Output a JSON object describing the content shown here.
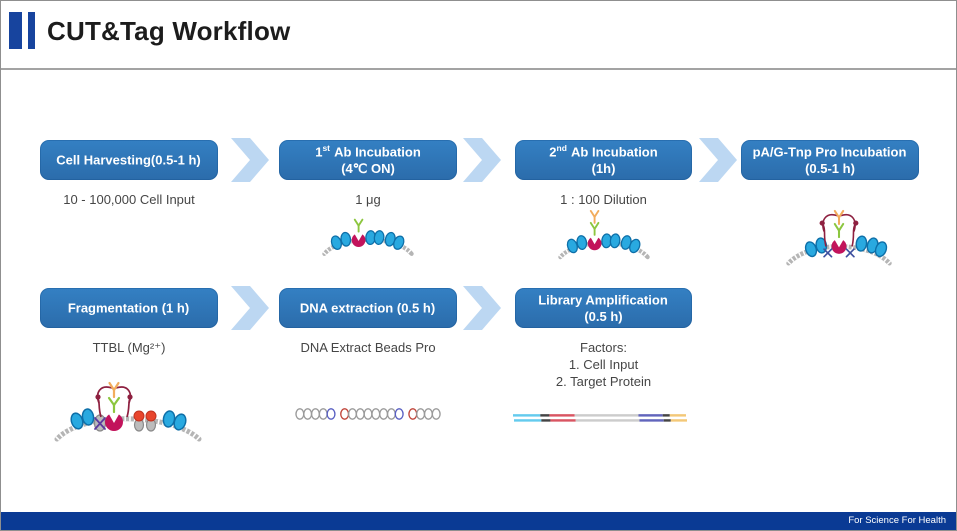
{
  "header": {
    "title": "CUT&Tag Workflow"
  },
  "steps": [
    {
      "name": "cell-harvesting",
      "t1_pre": "Cell Harvesting(0.5-1 h)",
      "t1_sup": "",
      "t1_post": "",
      "t2": "",
      "captions": [
        "10 - 100,000 Cell Input"
      ],
      "illustration": ""
    },
    {
      "name": "first-ab-incubation",
      "t1_pre": "1",
      "t1_sup": "st",
      "t1_post": " Ab Incubation",
      "t2": "(4℃ ON)",
      "captions": [
        "1 μg"
      ],
      "illustration": "nucleosome-with-primary-antibody"
    },
    {
      "name": "second-ab-incubation",
      "t1_pre": "2",
      "t1_sup": "nd",
      "t1_post": " Ab Incubation",
      "t2": "(1h)",
      "captions": [
        "1 : 100 Dilution"
      ],
      "illustration": "nucleosome-with-secondary-antibody"
    },
    {
      "name": "pag-tnp-pro-incubation",
      "t1_pre": "pA/G-Tnp Pro Incubation",
      "t1_sup": "",
      "t1_post": "",
      "t2": "(0.5-1 h)",
      "captions": [],
      "illustration": "nucleosome-with-pag-tnp-complex"
    },
    {
      "name": "fragmentation",
      "t1_pre": "Fragmentation (1 h)",
      "t1_sup": "",
      "t1_post": "",
      "t2": "",
      "captions": [
        "TTBL (Mg²⁺)"
      ],
      "illustration": "chromatin-fragmentation-complex"
    },
    {
      "name": "dna-extraction",
      "t1_pre": "DNA extraction (0.5 h)",
      "t1_sup": "",
      "t1_post": "",
      "t2": "",
      "captions": [
        "DNA Extract Beads Pro"
      ],
      "illustration": "dna-fragments"
    },
    {
      "name": "library-amplification",
      "t1_pre": "Library Amplification",
      "t1_sup": "",
      "t1_post": "",
      "t2": "(0.5 h)",
      "captions": [
        "Factors:",
        "1. Cell Input",
        "2. Target Protein"
      ],
      "illustration": "sequencing-library-molecule"
    }
  ],
  "footer": {
    "slogan": "For Science For Health"
  },
  "colors": {
    "box_blue": "#2E75B6",
    "arrow_blue": "#BCD7F2",
    "header_accent_blue": "#17449E",
    "footer_blue": "#0A3A94",
    "nucleosome_blue": "#29A9E0",
    "target_protein_magenta": "#C2135B",
    "primary_antibody_green": "#8CC63F",
    "secondary_antibody_orange": "#F2AC5C",
    "transposase_dark_red": "#8E2040"
  }
}
